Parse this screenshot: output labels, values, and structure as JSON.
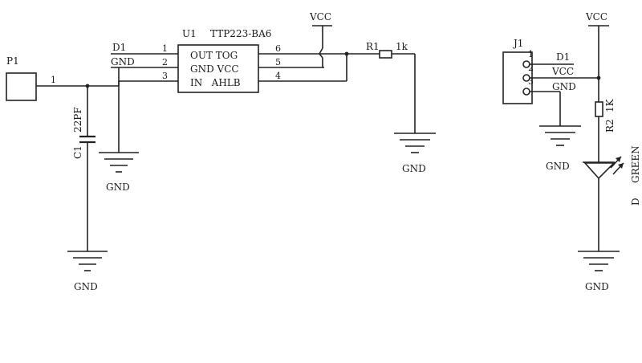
{
  "p1": {
    "ref": "P1",
    "pin": "1"
  },
  "u1": {
    "ref": "U1",
    "part": "TTP223-BA6",
    "net_d1": "D1",
    "net_gnd": "GND",
    "pins_left": [
      "1",
      "2",
      "3"
    ],
    "pins_right": [
      "6",
      "5",
      "4"
    ],
    "row1": "OUT TOG",
    "row2": "GND VCC",
    "row3": "IN   AHLB"
  },
  "c1": {
    "ref": "C1",
    "value": "22PF"
  },
  "r1": {
    "ref": "R1",
    "value": "1k"
  },
  "vcc_label": "VCC",
  "gnd_label": "GND",
  "j1": {
    "ref": "J1",
    "pins": [
      "1",
      "2",
      "3"
    ],
    "net_d1": "D1",
    "net_vcc": "VCC",
    "net_gnd": "GND"
  },
  "r2": {
    "ref": "R2",
    "value": "1K"
  },
  "led": {
    "ref": "D",
    "color": "GREEN"
  }
}
